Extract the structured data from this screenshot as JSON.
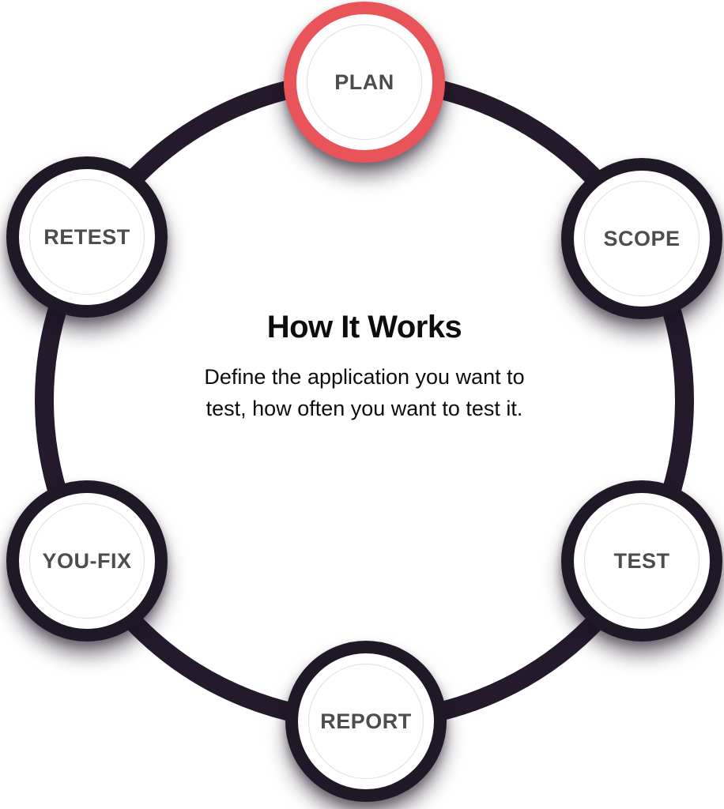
{
  "diagram": {
    "title": "How It Works",
    "description": "Define the application you want to test, how often you want to test it.",
    "steps": [
      {
        "id": "plan",
        "label": "PLAN",
        "active": true,
        "position": "top"
      },
      {
        "id": "scope",
        "label": "SCOPE",
        "active": false,
        "position": "top-right"
      },
      {
        "id": "test",
        "label": "TEST",
        "active": false,
        "position": "bottom-right"
      },
      {
        "id": "report",
        "label": "REPORT",
        "active": false,
        "position": "bottom"
      },
      {
        "id": "you-fix",
        "label": "YOU-FIX",
        "active": false,
        "position": "bottom-left"
      },
      {
        "id": "retest",
        "label": "RETEST",
        "active": false,
        "position": "top-left"
      }
    ],
    "colors": {
      "active_ring": "#E8545A",
      "ring": "#241A2B",
      "node_ring": "#1F1826",
      "node_fill": "#FFFFFF",
      "node_inner_outline": "#DFDFDF",
      "label_text": "#4D4D4D",
      "center_text": "#0D0D0D"
    }
  }
}
